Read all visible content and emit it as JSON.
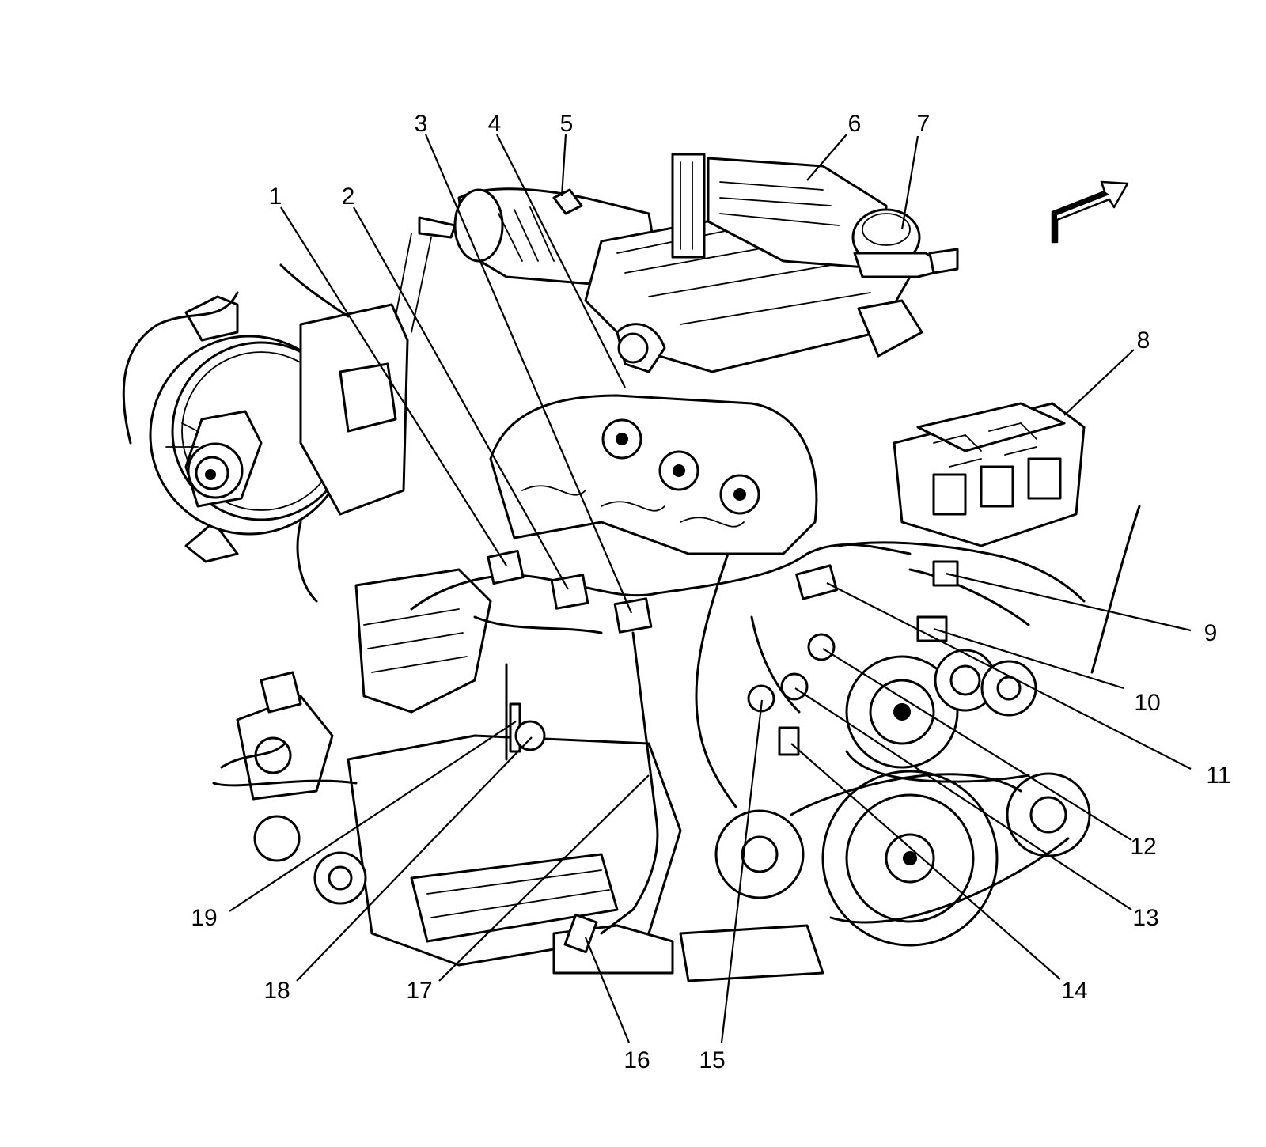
{
  "diagram": {
    "callouts": [
      {
        "id": 1,
        "label": "1"
      },
      {
        "id": 2,
        "label": "2"
      },
      {
        "id": 3,
        "label": "3"
      },
      {
        "id": 4,
        "label": "4"
      },
      {
        "id": 5,
        "label": "5"
      },
      {
        "id": 6,
        "label": "6"
      },
      {
        "id": 7,
        "label": "7"
      },
      {
        "id": 8,
        "label": "8"
      },
      {
        "id": 9,
        "label": "9"
      },
      {
        "id": 10,
        "label": "10"
      },
      {
        "id": 11,
        "label": "11"
      },
      {
        "id": 12,
        "label": "12"
      },
      {
        "id": 13,
        "label": "13"
      },
      {
        "id": 14,
        "label": "14"
      },
      {
        "id": 15,
        "label": "15"
      },
      {
        "id": 16,
        "label": "16"
      },
      {
        "id": 17,
        "label": "17"
      },
      {
        "id": 18,
        "label": "18"
      },
      {
        "id": 19,
        "label": "19"
      }
    ],
    "direction_arrow": "front-of-vehicle-arrow",
    "line_color": "#000000",
    "background_color": "#ffffff"
  }
}
